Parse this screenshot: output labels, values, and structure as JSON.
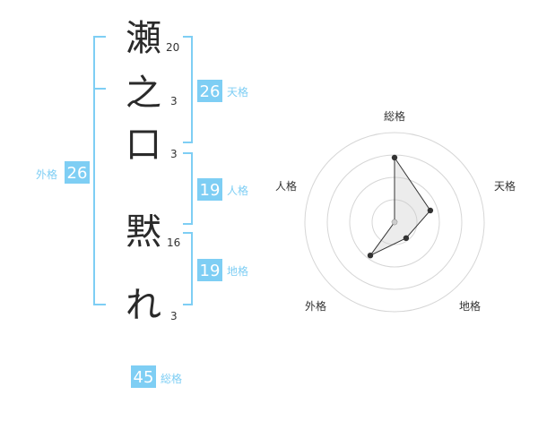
{
  "name_chars": [
    {
      "char": "瀬",
      "strokes": "20"
    },
    {
      "char": "之",
      "strokes": "3"
    },
    {
      "char": "口",
      "strokes": "3"
    },
    {
      "char": "黙",
      "strokes": "16"
    },
    {
      "char": "れ",
      "strokes": "3"
    }
  ],
  "fortune": {
    "tenkaku": {
      "label": "天格",
      "value": "26"
    },
    "jinkaku": {
      "label": "人格",
      "value": "19"
    },
    "chikaku": {
      "label": "地格",
      "value": "19"
    },
    "gaikaku": {
      "label": "外格",
      "value": "26"
    },
    "soukaku": {
      "label": "総格",
      "value": "45"
    }
  },
  "colors": {
    "accent": "#7ecef4",
    "text": "#2a2a2a"
  },
  "chart_data": {
    "type": "radar",
    "axes": [
      "総格",
      "天格",
      "地格",
      "外格",
      "人格"
    ],
    "values": [
      0.72,
      0.42,
      0.22,
      0.46,
      0.0
    ],
    "rings": 4
  }
}
